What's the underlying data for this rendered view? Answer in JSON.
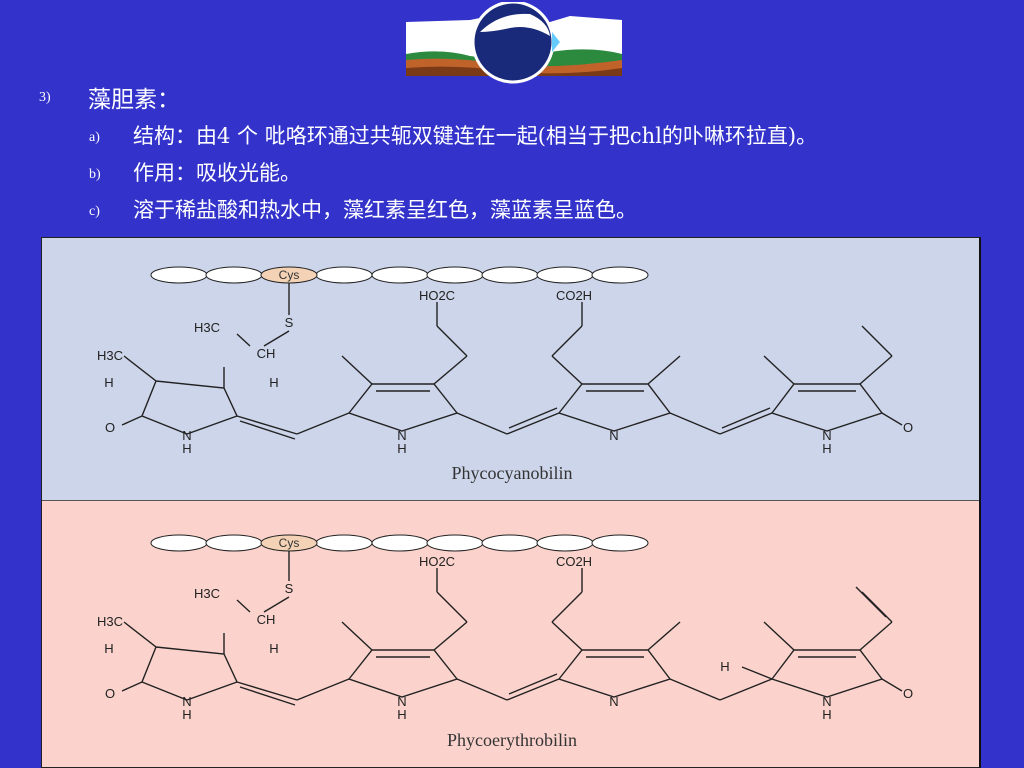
{
  "outline": {
    "item3": {
      "number": "3)",
      "text": "藻胆素："
    },
    "subitems": [
      {
        "marker": "a)",
        "text": "结构：由4 个 吡咯环通过共轭双键连在一起(相当于把chl的卟啉环拉直)。"
      },
      {
        "marker": "b)",
        "text": "作用：吸收光能。"
      },
      {
        "marker": "c)",
        "text": "溶于稀盐酸和热水中，藻红素呈红色，藻蓝素呈蓝色。"
      }
    ]
  },
  "figure": {
    "top": {
      "caption": "Phycocyanobilin",
      "cys": "Cys",
      "s": "S",
      "h3c_upper": "H3C",
      "ch": "CH",
      "h3c_left": "H3C",
      "h_left": "H",
      "h_right": "H",
      "o_left": "O",
      "nh1": "N",
      "h1": "H",
      "nh2": "N",
      "h2": "H",
      "n3": "N",
      "nh4": "N",
      "h4": "H",
      "o_right": "O",
      "ho2c": "HO2C",
      "co2h": "CO2H"
    },
    "bottom": {
      "caption": "Phycoerythrobilin",
      "cys": "Cys",
      "s": "S",
      "h3c_upper": "H3C",
      "ch": "CH",
      "h3c_left": "H3C",
      "h_left": "H",
      "h_right": "H",
      "o_left": "O",
      "nh1": "N",
      "h1": "H",
      "nh2": "N",
      "h2": "H",
      "n3": "N",
      "h_sp3": "H",
      "nh4": "N",
      "h4": "H",
      "o_right": "O",
      "ho2c": "HO2C",
      "co2h": "CO2H"
    }
  },
  "colors": {
    "background": "#3333cc",
    "top_panel": "#cdd5ea",
    "bottom_panel": "#fbd3cc",
    "cys_bead": "#f3d2b5"
  }
}
